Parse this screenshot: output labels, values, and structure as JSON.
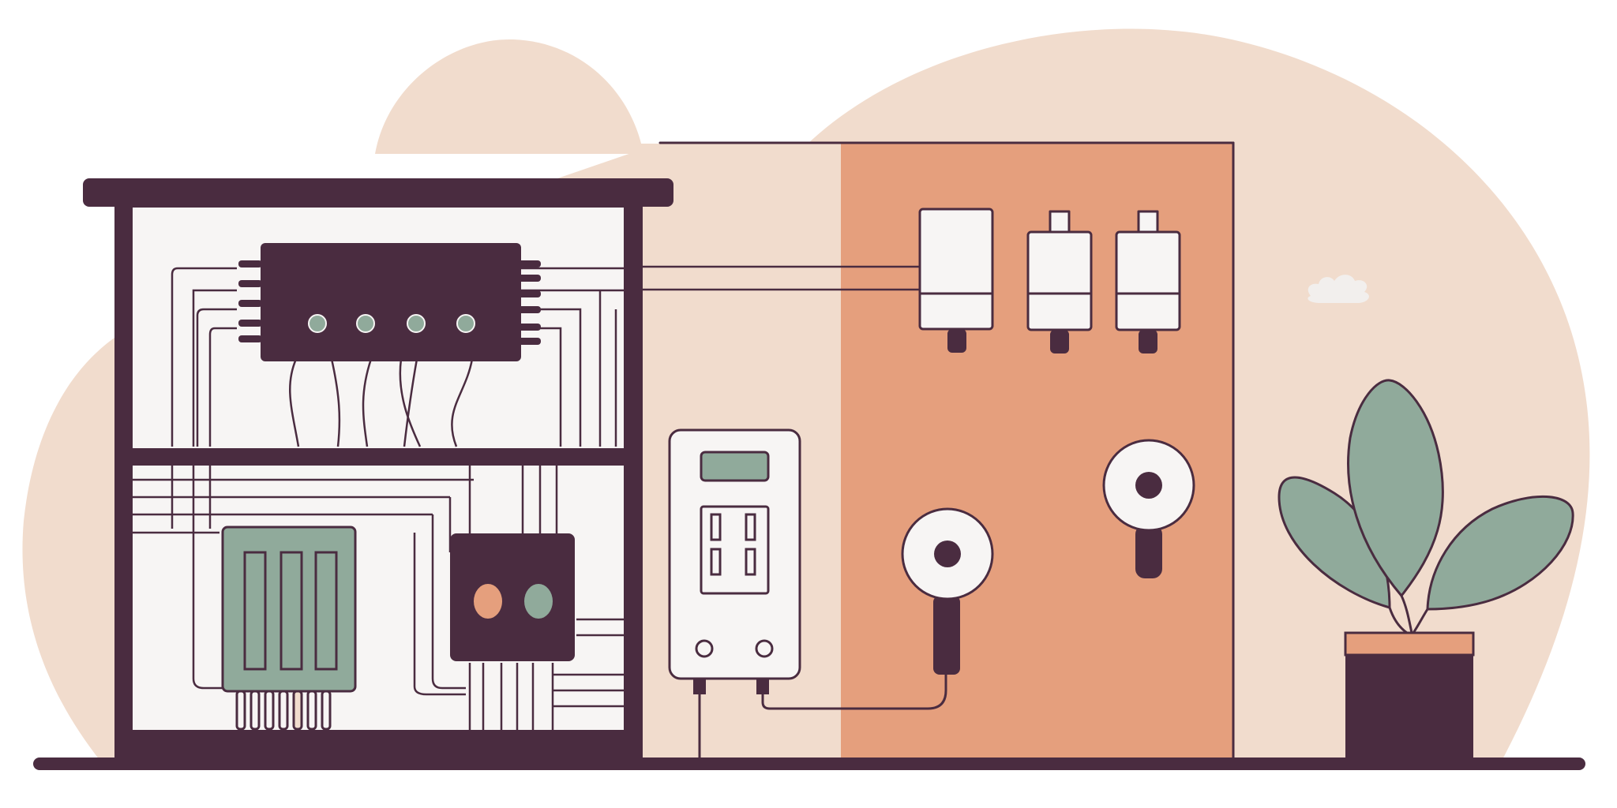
{
  "illustration": {
    "subject": "electrical-panel-and-meter-scene",
    "palette": {
      "background": "#ffffff",
      "blob": "#f1dccd",
      "plum": "#4a2c40",
      "panel_white": "#f7f5f4",
      "sage": "#90aa9b",
      "terracotta": "#e59f7d",
      "cloud": "#f2efed"
    },
    "icons": [
      "breaker-panel-icon",
      "relay-module-icon",
      "electric-meter-icon",
      "fuse-icon",
      "plug-socket-icon",
      "potted-plant-icon",
      "cloud-icon"
    ],
    "fuse_count": 3,
    "socket_count": 2,
    "module_led_count": 4
  }
}
